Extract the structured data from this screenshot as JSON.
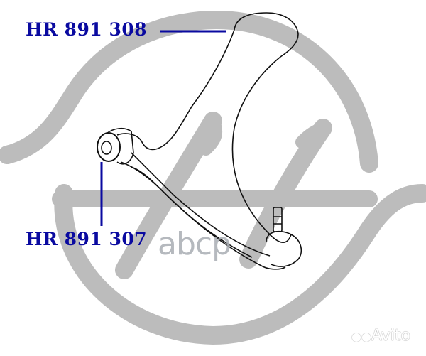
{
  "labels": {
    "top_part": "HR 891 308",
    "bottom_part": "HR 891 307"
  },
  "watermarks": {
    "abcp": "abcp",
    "avito": "Avito"
  },
  "colors": {
    "label_blue": "#0a0aa0",
    "logo_gray": "#bcbcbc",
    "drawing_black": "#111111",
    "watermark_gray": "#a9adb3"
  }
}
